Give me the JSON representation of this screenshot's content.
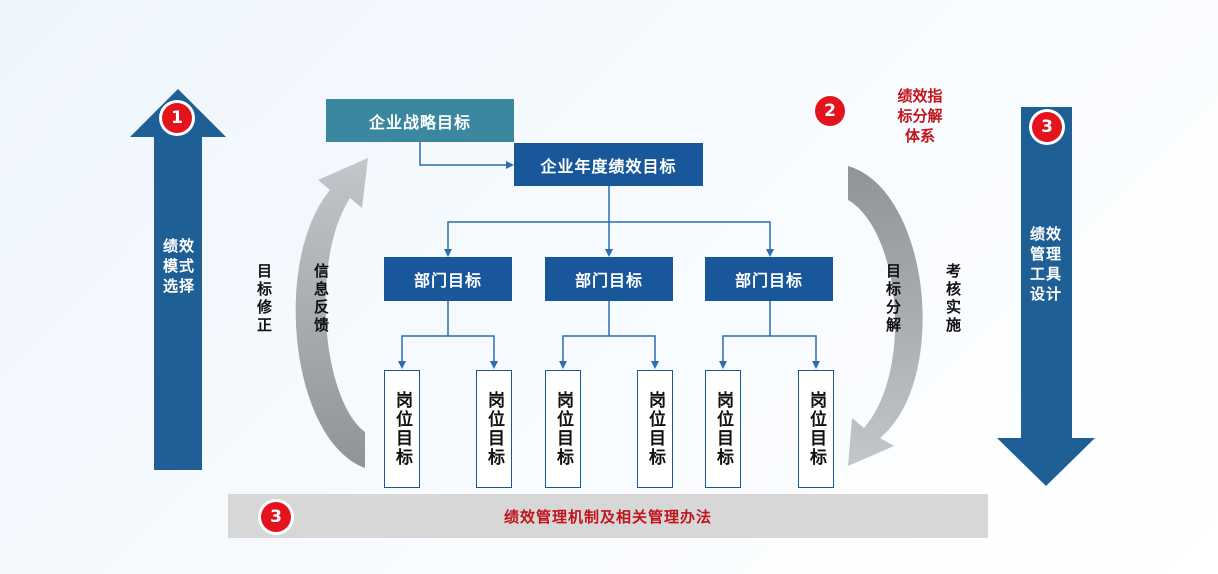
{
  "strategy_goal": "企业战略目标",
  "annual_goal": "企业年度绩效目标",
  "departments": [
    "部门目标",
    "部门目标",
    "部门目标"
  ],
  "posts": [
    "岗位目标",
    "岗位目标",
    "岗位目标",
    "岗位目标",
    "岗位目标",
    "岗位目标"
  ],
  "left_arrow_label": "绩效模式选择",
  "right_arrow_label": "绩效管理工具设计",
  "target_revision": "目标修正",
  "info_feedback": "信息反馈",
  "target_decompose": "目标分解",
  "assessment_impl": "考核实施",
  "indicator_system": "绩效指标分解体系",
  "indicator_system_lines": [
    "绩效指",
    "标分解",
    "体系"
  ],
  "bottom_bar": "绩效管理机制及相关管理办法",
  "badges": [
    "1",
    "2",
    "3",
    "3"
  ],
  "colors": {
    "dark_blue": "#17579a",
    "teal": "#3a879f",
    "arrow_blue": "#1e5f95",
    "red": "#c1141b",
    "badge_red": "#e3141d",
    "gray": "#d7d7d7"
  }
}
